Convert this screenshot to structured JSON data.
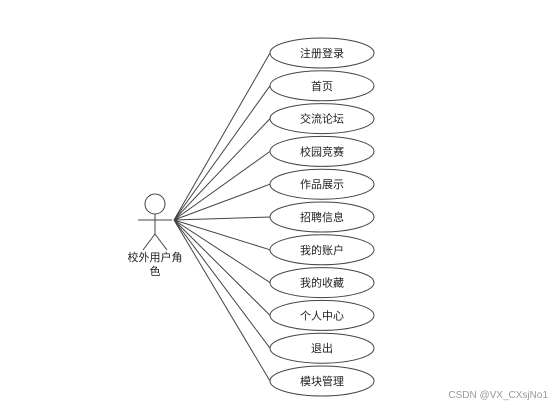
{
  "actor": {
    "name_line1": "校外用户角",
    "name_line2": "色"
  },
  "use_cases": [
    {
      "label": "注册登录"
    },
    {
      "label": "首页"
    },
    {
      "label": "交流论坛"
    },
    {
      "label": "校园竞赛"
    },
    {
      "label": "作品展示"
    },
    {
      "label": "招聘信息"
    },
    {
      "label": "我的账户"
    },
    {
      "label": "我的收藏"
    },
    {
      "label": "个人中心"
    },
    {
      "label": "退出"
    },
    {
      "label": "模块管理"
    }
  ],
  "watermark": "CSDN @VX_CXsjNo1"
}
